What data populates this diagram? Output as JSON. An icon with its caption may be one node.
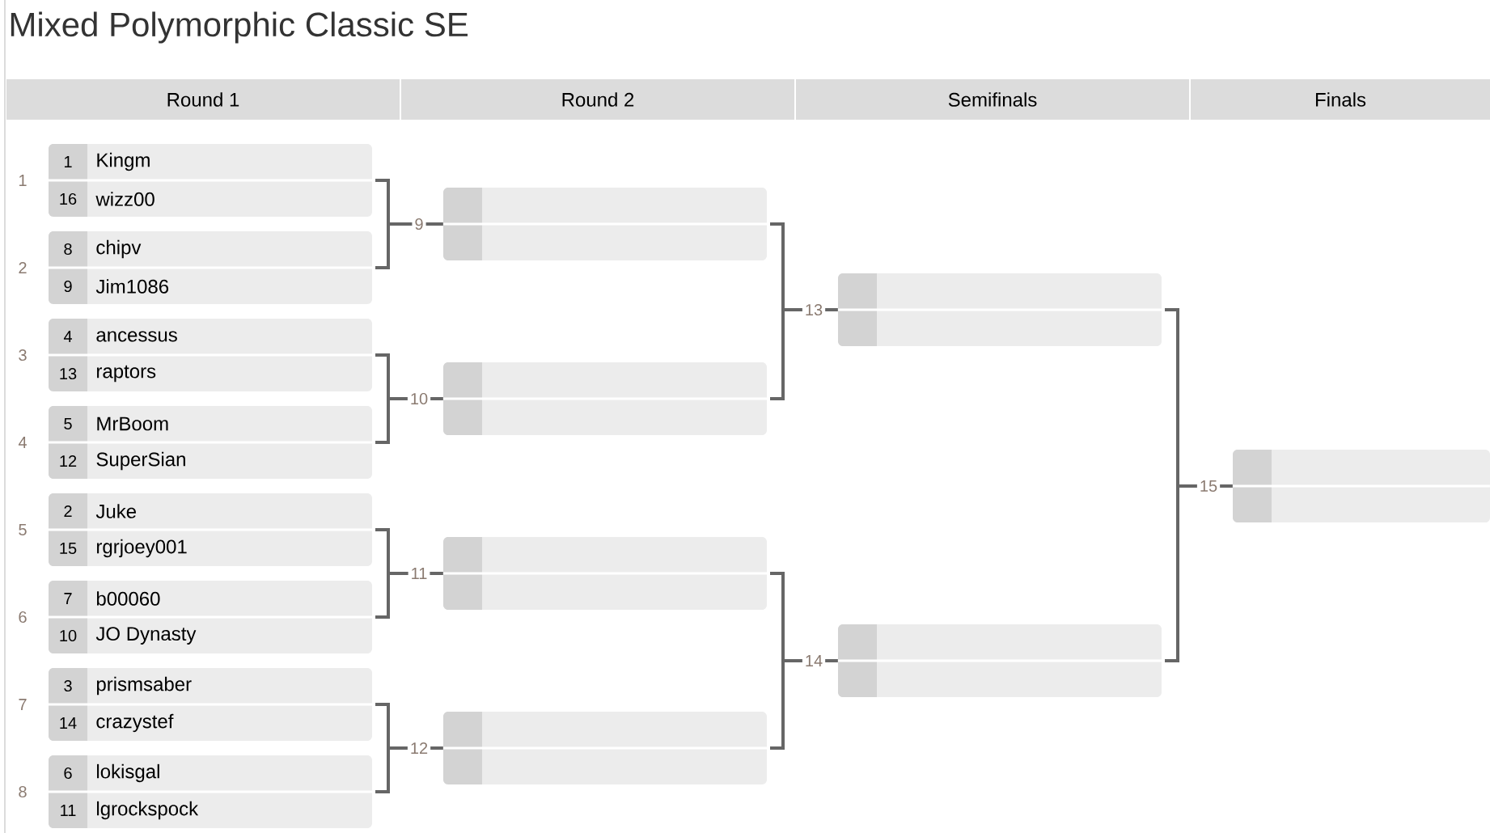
{
  "diagram": {
    "title": "Mixed Polymorphic Classic SE",
    "nodes": [
      {
        "text": [
          "Round 1"
        ]
      },
      {
        "text": [
          "Round 2"
        ]
      },
      {
        "text": [
          "Semifinals"
        ]
      },
      {
        "text": [
          "Finals"
        ]
      },
      {
        "text": [
          "1",
          "Kingm",
          "16",
          "wizz00"
        ],
        "beside": [
          "1"
        ]
      },
      {
        "text": [
          "8",
          "chipv",
          "9",
          "Jim1086"
        ],
        "beside": [
          "2"
        ]
      },
      {
        "text": [
          "4",
          "ancessus",
          "13",
          "raptors"
        ],
        "beside": [
          "3"
        ]
      },
      {
        "text": [
          "5",
          "MrBoom",
          "12",
          "SuperSian"
        ],
        "beside": [
          "4"
        ]
      },
      {
        "text": [
          "2",
          "Juke",
          "15",
          "rgrjoey001"
        ],
        "beside": [
          "5"
        ]
      },
      {
        "text": [
          "7",
          "b00060",
          "10",
          "JO Dynasty"
        ],
        "beside": [
          "6"
        ]
      },
      {
        "text": [
          "3",
          "prismsaber",
          "14",
          "crazystef"
        ],
        "beside": [
          "7"
        ]
      },
      {
        "text": [
          "6",
          "lokisgal",
          "11",
          "lgrockspock"
        ],
        "beside": [
          "8"
        ]
      },
      {
        "text": [],
        "shape": "box",
        "beside": [
          "9"
        ]
      },
      {
        "text": [],
        "shape": "box",
        "beside": [
          "10"
        ]
      },
      {
        "text": [],
        "shape": "box",
        "beside": [
          "11"
        ]
      },
      {
        "text": [],
        "shape": "box",
        "beside": [
          "12"
        ]
      },
      {
        "text": [],
        "shape": "box",
        "beside": [
          "13"
        ]
      },
      {
        "text": [],
        "shape": "box",
        "beside": [
          "14"
        ]
      },
      {
        "text": [],
        "shape": "box",
        "beside": [
          "15"
        ]
      }
    ],
    "edges": [
      {
        "from": 4,
        "to": 12,
        "arrow": "none"
      },
      {
        "from": 5,
        "to": 12,
        "arrow": "none"
      },
      {
        "from": 6,
        "to": 13,
        "arrow": "none"
      },
      {
        "from": 7,
        "to": 13,
        "arrow": "none"
      },
      {
        "from": 8,
        "to": 14,
        "arrow": "none"
      },
      {
        "from": 9,
        "to": 14,
        "arrow": "none"
      },
      {
        "from": 10,
        "to": 15,
        "arrow": "none"
      },
      {
        "from": 11,
        "to": 15,
        "arrow": "none"
      },
      {
        "from": 12,
        "to": 16,
        "arrow": "none"
      },
      {
        "from": 13,
        "to": 16,
        "arrow": "none"
      },
      {
        "from": 14,
        "to": 17,
        "arrow": "none"
      },
      {
        "from": 15,
        "to": 17,
        "arrow": "none"
      },
      {
        "from": 16,
        "to": 18,
        "arrow": "none"
      },
      {
        "from": 17,
        "to": 18,
        "arrow": "none"
      }
    ]
  }
}
